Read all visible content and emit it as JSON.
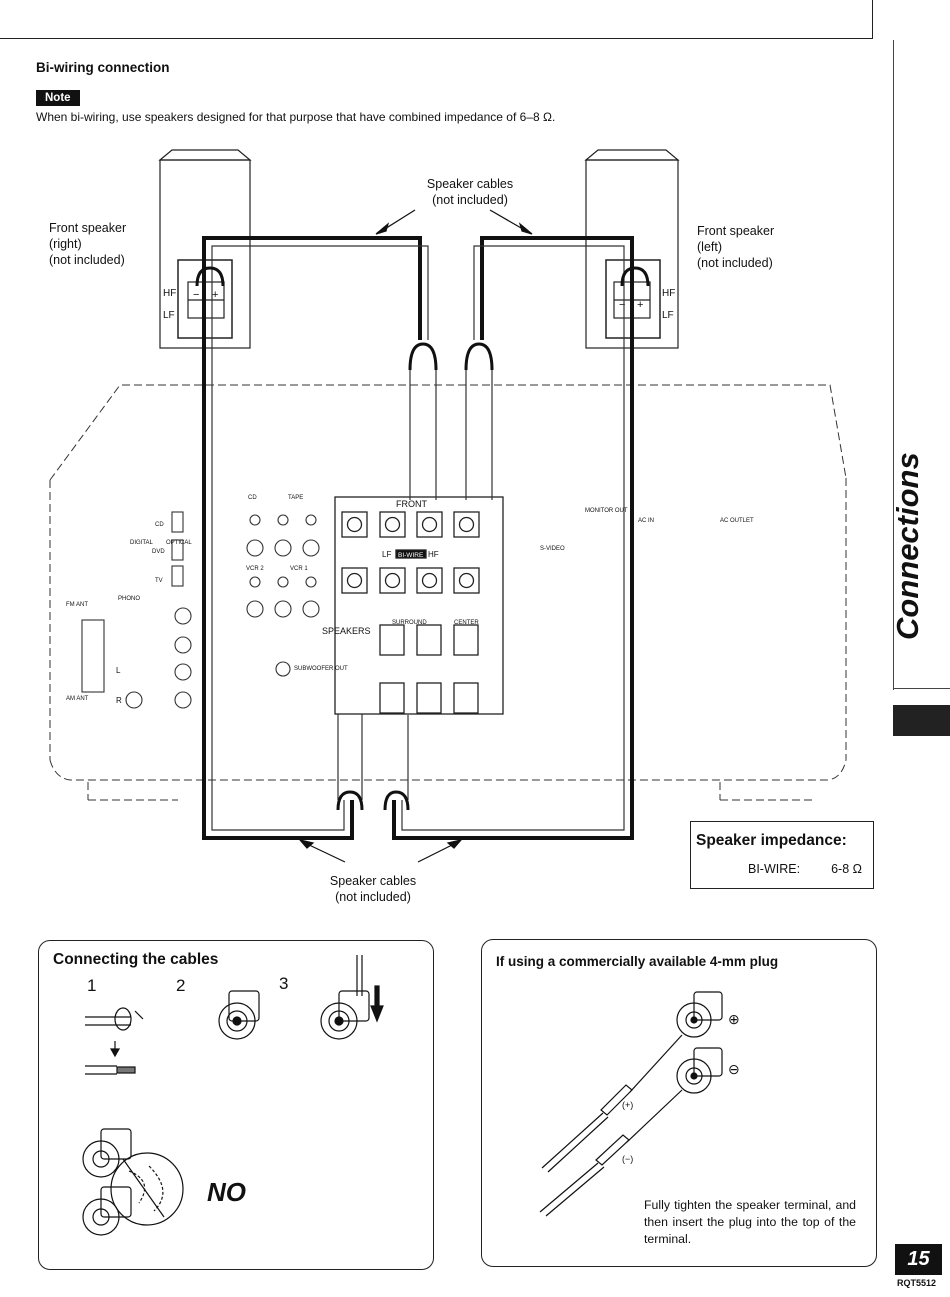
{
  "header": {
    "section_title": "Bi-wiring connection",
    "note_badge": "Note",
    "note_text": "When bi-wiring, use speakers designed for that purpose that have combined impedance of 6–8 Ω."
  },
  "diagram": {
    "cables_top": [
      "Speaker cables",
      "(not included)"
    ],
    "cables_bottom": [
      "Speaker cables",
      "(not included)"
    ],
    "right_speaker": [
      "Front speaker",
      "(right)",
      "(not included)"
    ],
    "left_speaker": [
      "Front speaker",
      "(left)",
      "(not included)"
    ],
    "terminal_labels": {
      "hf": "HF",
      "lf": "LF",
      "minus": "−",
      "plus": "+"
    },
    "panel_labels": {
      "front": "FRONT",
      "bi_wire": "BI-WIRE",
      "lf": "LF",
      "hf": "HF",
      "speakers": "SPEAKERS",
      "surround": "SURROUND",
      "center": "CENTER",
      "cd": "CD",
      "tape": "TAPE",
      "digital": "DIGITAL",
      "optical": "OPTICAL",
      "dvd": "DVD",
      "tv": "TV",
      "phono": "PHONO",
      "vcr2": "VCR 2",
      "vcr1": "VCR 1",
      "subwoofer_out": "SUBWOOFER OUT",
      "ac_in": "AC IN",
      "ac_outlet": "AC OUTLET",
      "s_video": "S-VIDEO",
      "monitor_out": "MONITOR OUT",
      "fm_ant": "FM ANT",
      "am_ant": "AM ANT",
      "l": "L",
      "r": "R"
    }
  },
  "impedance": {
    "title": "Speaker impedance:",
    "key": "BI-WIRE:",
    "value": "6-8 Ω"
  },
  "side_tab": {
    "label": "Connections"
  },
  "panel_cables": {
    "title": "Connecting the cables",
    "steps": [
      "1",
      "2",
      "3"
    ],
    "no_label": "NO"
  },
  "panel_plug": {
    "title": "If using a commercially available 4-mm plug",
    "plus_label": "(+)",
    "minus_label": "(−)",
    "plus_symbol": "⊕",
    "minus_symbol": "⊖",
    "instruction": "Fully tighten the speaker terminal, and then insert the plug into the top of the terminal."
  },
  "footer": {
    "page_number": "15",
    "doc_code": "RQT5512"
  }
}
